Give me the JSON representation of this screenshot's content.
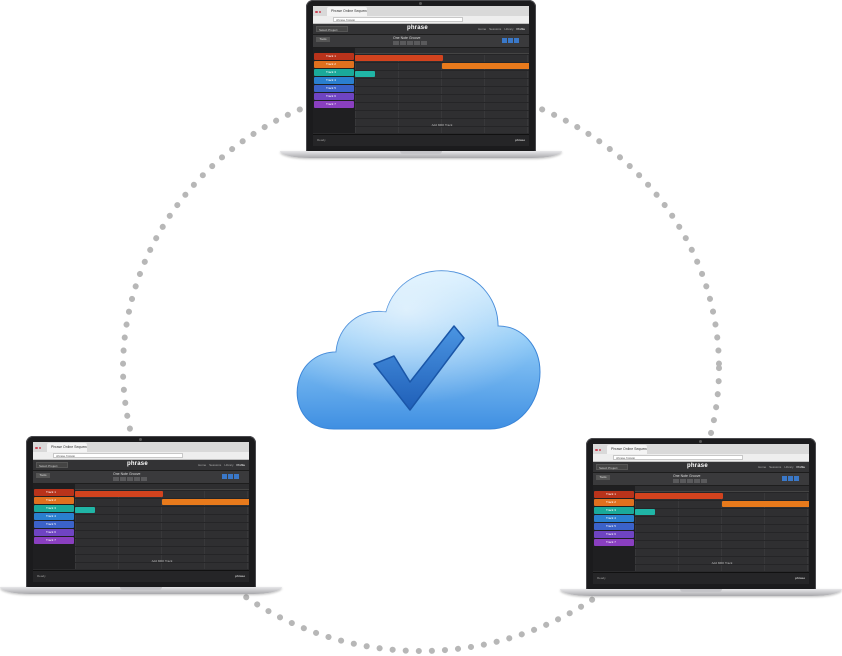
{
  "app": {
    "brand": "phrase",
    "tab_label": "Phrase Online Sequencer",
    "url": "phrase.fm/app",
    "project_button": "Select Project",
    "nav": [
      "Home",
      "Sessions",
      "Library",
      "Profile"
    ],
    "song_title": "One Note Groove",
    "tool_label": "Tools",
    "add_track": "Add MIDI Track",
    "status_left": "Ready",
    "status_right": "phrase"
  },
  "tracks": [
    {
      "label": "Track 1",
      "color": "#b9331b"
    },
    {
      "label": "Track 2",
      "color": "#e0701e"
    },
    {
      "label": "Track 3",
      "color": "#1aa99a"
    },
    {
      "label": "Track 4",
      "color": "#2a7fcf"
    },
    {
      "label": "Track 5",
      "color": "#3b62c9"
    },
    {
      "label": "Track 6",
      "color": "#6f44c2"
    },
    {
      "label": "Track 7",
      "color": "#8a3fc0"
    }
  ],
  "clips": [
    {
      "track": 0,
      "start": 0.0,
      "length": 0.5,
      "color": "#d2431e"
    },
    {
      "track": 1,
      "start": 0.5,
      "length": 0.5,
      "color": "#e87a1c"
    },
    {
      "track": 2,
      "start": 0.0,
      "length": 0.11,
      "color": "#20b5a6"
    }
  ],
  "colors": {
    "connector": "#b7b7b7",
    "cloud_light": "#c9e9fd",
    "cloud_dark": "#3b8be0",
    "check": "#2b6fc7"
  },
  "nodes": [
    "laptop-top",
    "laptop-left",
    "laptop-right"
  ],
  "icons": {
    "center": "cloud-check-icon"
  }
}
